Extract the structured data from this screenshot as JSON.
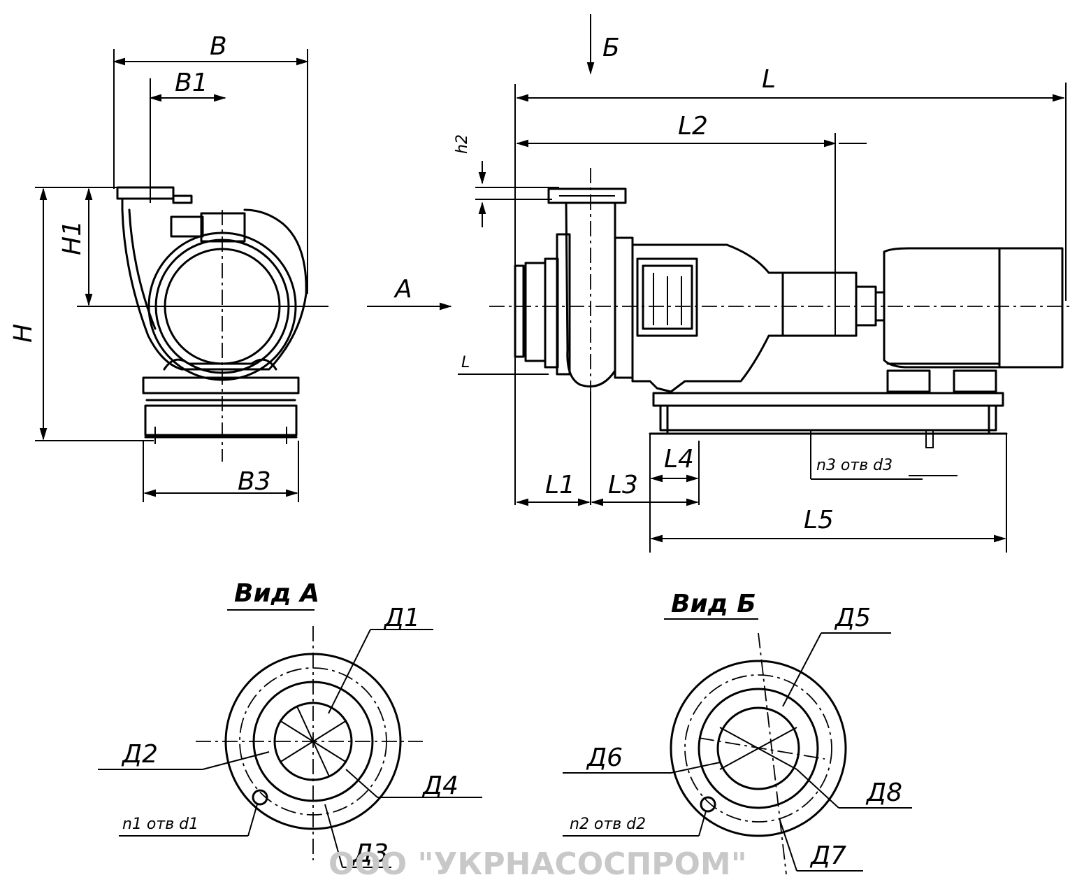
{
  "labels": {
    "B": "B",
    "B1": "B1",
    "B3": "B3",
    "H": "H",
    "H1": "H1",
    "b_arrow": "Б",
    "L": "L",
    "L2": "L2",
    "h2": "h2",
    "A": "A",
    "L1": "L1",
    "L3": "L3",
    "L4": "L4",
    "L5": "L5",
    "holes3": "n3 отв d3",
    "view_a": "Вид А",
    "view_b": "Вид Б",
    "D1": "Д1",
    "D2": "Д2",
    "D3": "Д3",
    "D4": "Д4",
    "D5": "Д5",
    "D6": "Д6",
    "D7": "Д7",
    "D8": "Д8",
    "holes1": "n1 отв d1",
    "holes2": "n2 отв d2"
  },
  "watermark": "ООО \"УКРНАСОСПРОМ\""
}
